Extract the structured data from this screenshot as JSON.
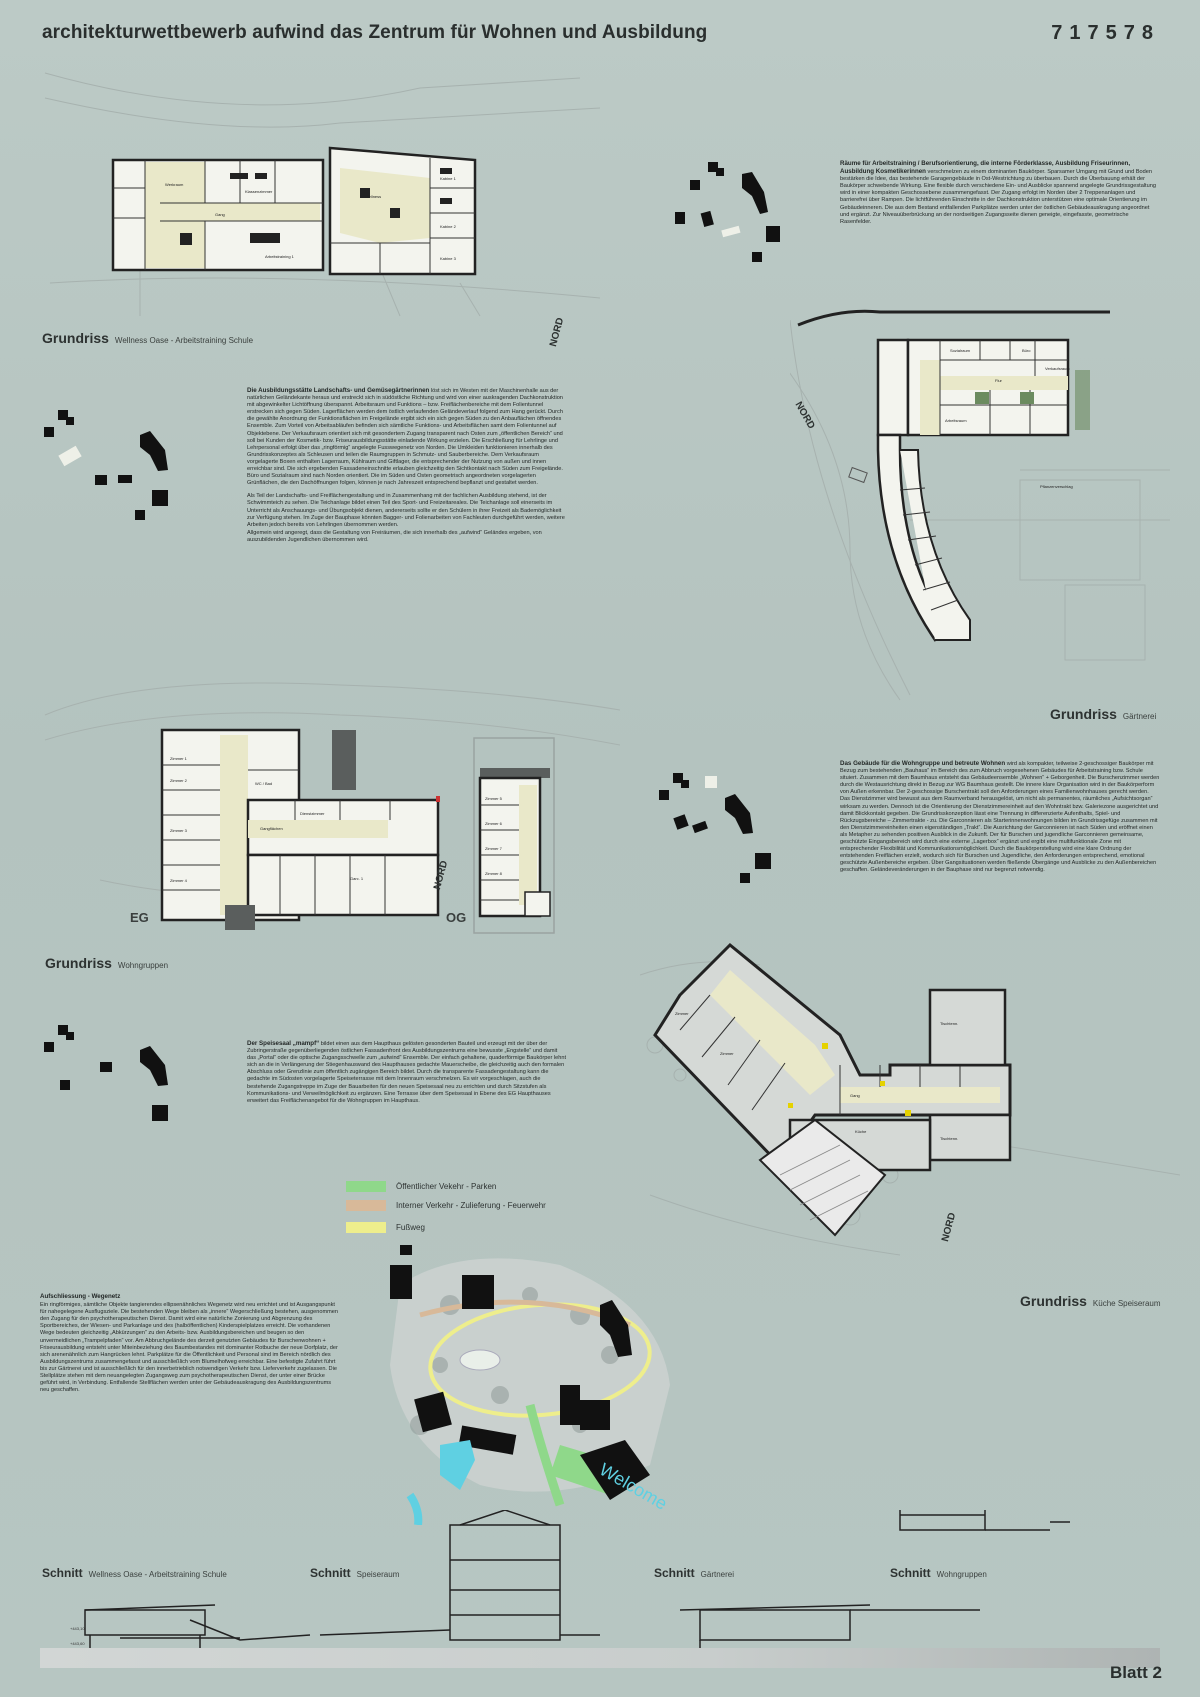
{
  "header": {
    "title": "architekturwettbewerb  aufwind das Zentrum für Wohnen und Ausbildung",
    "number": "717578"
  },
  "sections": {
    "grundriss_wellness": {
      "label": "Grundriss",
      "sub": "Wellness Oase  -  Arbeitstraining Schule"
    },
    "grundriss_gaertnerei": {
      "label": "Grundriss",
      "sub": "Gärtnerei"
    },
    "grundriss_wohngruppen": {
      "label": "Grundriss",
      "sub": "Wohngruppen"
    },
    "grundriss_kueche": {
      "label": "Grundriss",
      "sub": "Küche Speiseraum"
    }
  },
  "levels": {
    "eg": "EG",
    "og": "OG"
  },
  "north_label": "NORD",
  "texts": {
    "arbeitstraining": {
      "lead": "Räume für Arbeitstraining / Berufsorientierung, die interne Förderklasse, Ausbildung Friseurinnen, Ausbildung Kosmetikerinnen",
      "body": "verschmelzen zu einem dominanten Baukörper.  Sparsamer Umgang mit Grund und Boden bestärken die Idee, das bestehende Garagengebäude in Ost-Westrichtung zu überbauen. Durch die Überbauung erhält der Baukörper schwebende Wirkung. Eine flexible durch verschiedene Ein- und Ausblicke spannend angelegte Grundrissgestaltung wird in einer kompakten Geschossebene zusammengefasst. Der Zugang erfolgt im Norden über 2 Treppenanlagen und barrierefrei über Rampen. Die lichtführenden Einschnitte in der Dachkonstruktion unterstützen eine optimale Orientierung im Gebäudeinneren. Die aus dem Bestand entfallenden Parkplätze werden unter der östlichen Gebäudeauskragung angeordnet und ergänzt. Zur Niveauüberbrückung an der nordseitigen Zugangsseite dienen geneigte, eingefasste, geometrische Rasenfelder."
    },
    "ausbildungsstaette": {
      "lead": "Die Ausbildungsstätte  Landschafts- und Gemüsegärtnerinnen",
      "p1": "löst sich im Westen mit der Maschinenhalle aus der natürlichen Geländekante heraus und erstreckt sich in südöstliche Richtung und wird von einer auskragenden Dachkonstruktion  mit abgewinkelter Lichtöffnung überspannt.  Arbeitsraum und Funktions – bzw. Freiflächenbereiche mit dem Folientunnel erstrecken sich gegen Süden. Lagerflächen werden dem östlich verlaufenden Geländeverlauf folgend zum Hang gerückt. Durch die gewählte Anordnung der Funktionsflächen im Freigelände ergibt sich ein sich gegen Süden zu den Anbauflächen öffnendes Ensemble.  Zum Vorteil von Arbeitsabläufen befinden sich sämtliche Funktions- und Arbeitsflächen samt dem Folientunnel auf Objektebene. Der Verkaufsraum orientiert sich mit gesondertem Zugang transparent nach Osten zum „öffentlichen Bereich“ und soll bei Kunden der Kosmetik- bzw. Friseurausbildungsstätte einladende Wirkung erzielen. Die Erschließung für Lehrlinge und Lehrpersonal erfolgt über das „ringförmig“ angelegte Fusswegenetz von Norden. Die Umkleiden funktionieren innerhalb des Grundrisskonzeptes als Schleusen und teilen die Raumgruppen in Schmutz- und Sauberbereiche. Dem Verkaufsraum vorgelagerte Boxen enthalten Lagerraum, Kühlraum und Giftlager, die entsprechender der Nutzung von außen und innen erreichbar sind. Die sich ergebenden Fassadeneinschnitte erlauben gleichzeitig den Sichtkontakt nach Süden zum Freigelände. Büro und Sozialraum sind nach Norden orientiert. Die im Süden und Osten geometrisch angeordneten vorgelagerten Grünflächen, die den Dachöffnungen folgen, können je nach Jahreszeit entsprechend bepflanzt und gestaltet werden.",
      "p2": "Als Teil der Landschafts- und Freiflächengestaltung und in Zusammenhang mit der fachlichen Ausbildung stehend, ist der Schwimmteich zu sehen. Die Teichanlage bildet einen Teil des Sport- und Freizeitareales. Die Teichanlage soll einerseits im Unterricht als Anschauungs- und Übungsobjekt dienen, andererseits  sollte er den Schülern in ihrer Freizeit als Bademöglichkeit zur Verfügung stehen. Im Zuge der Bauphase könnten Bagger- und Folienarbeiten von Fachleuten durchgeführt werden, weitere Arbeiten jedoch bereits von Lehrlingen übernommen werden.",
      "p3": "Allgemein wird angeregt, dass die Gestaltung von Freiräumen, die sich innerhalb des „aufwind“ Geländes ergeben, von auszubildenden Jugendlichen übernommen wird."
    },
    "wohngruppe": {
      "lead": "Das Gebäude für die Wohngruppe und betreute Wohnen",
      "body": "wird als kompakter, teilweise 2-geschossiger Baukörper mit Bezug zum bestehenden „Bauhaus“ im Bereich des zum Abbruch vorgesehenen Gebäudes für Arbeitstraining bzw. Schule situiert. Zusammen mit dem Baumhaus entsteht das Gebäudeensemble „Wohnen“ + Geborgenheit. Die Burschenzimmer werden durch die Westausrichtung direkt in Bezug zur WG Baumhaus gestellt. Die innere klare Organisation wird in der Baukörperform von Außen erkennbar. Der 2-geschossige Burschentrakt soll den Anforderungen eines Familienwohnhauses gerecht werden. Das Dienstzimmer wird bewusst aus dem Raumverband herausgelöst, um nicht als permanentes, räumliches „Aufsichtsorgan“ wirksam zu werden. Dennoch ist die Orientierung der Dienstzimmereinheit auf den Wohntrakt bzw. Galeriezone ausgerichtet und damit Blickkontakt gegeben. Die Grundrisskonzeption lässt eine Trennung in differenzierte Aufenthalts, Spiel- und Rückzugsbereiche – Zimmertrakte - zu. Die Garconnieren als Starterinnenwohnungen bilden im Grundrissgefüge zusammen mit den Dienstzimmereinheiten einen eigenständigen „Trakt“. Die Ausrichtung der Garconnieren ist nach Süden und eröffnet einen als Metapher zu sehenden positiven Ausblick in die Zukunft. Der für Burschen und  jugendliche Garconnieren gemeinsame, geschützte Eingangsbereich wird durch eine externe „Lagerbox“ ergänzt und ergibt eine multifunktionale Zone mit entsprechender Flexibilität und Kommunikationsmöglichkeit. Durch die Baukörperstellung wird eine klare Ordnung der entstehenden Freiflächen erzielt, wodurch sich für Burschen und Jugendliche, den Anforderungen entsprechend, emotional geschützte Außenbereiche ergeben. Über Gangsituationen werden fließende Übergänge und Ausblicke zu den Außenbereichen geschaffen. Geländeveränderungen in der Bauphase sind nur begrenzt notwendig."
    },
    "speisesaal": {
      "lead": "Der Speisesaal „mampf“",
      "body": "bildet einen aus dem Haupthaus gelösten gesonderten Bauteil und erzeugt mit der über der Zubringerstraße gegenüberliegenden östlichen Fassadenfront des Ausbildungszentrums eine  bewusste „Engstelle“ und damit das „Portal“ oder die optische Zugangsschwelle zum „aufwind“ Ensemble.  Der einfach gehaltene, quaderförmige Baukörper lehnt sich an die in Verlängerung der Stiegenhauswand des Haupthauses gedachte Mauerscheibe, die gleichzeitig auch den formalen Abschluss oder Grenzlinie zum öffentlich zugängigen Bereich bildet. Durch die transparente Fassadengestaltung kann die gedachte im Südosten vorgelagerte Speiseterrasse mit dem Innenraum verschmelzen. Es wir vorgeschlagen, auch die bestehende Zugangstreppe im Zuge der Bauarbeiten für den neuen Speisesaal neu zu errichten und durch Sitzstufen als Kommunikations- und Verweilmöglichkeit zu ergänzen. Eine Terrasse über dem Speisesaal in Ebene des EG Haupthauses erweitert das Freiflächenangebot für die Wohngruppen im Haupthaus."
    },
    "aufschliessung": {
      "lead": "Aufschliessung  - Wegenetz",
      "body": "Ein ringförmiges, sämtliche Objekte tangierendes ellipsenähnliches Wegenetz wird neu errichtet und ist Ausgangspunkt für nahegelegene Ausflugsziele. Die bestehenden Wege bleiben als „innere“ Wegerschließung  bestehen, ausgenommen den Zugang für den psychotherapeutischen Dienst. Damit wird eine natürliche Zonierung und Abgrenzung des Sportbereiches, der Wiesen- und Parkanlage und des (halböffentlichen) Kinderspielplatzes  erreicht. Die vorhandenen Wege bedeuten gleichzeitig „Abkürzungen“ zu den Arbeits- bzw. Ausbildungsbereichen und beugen so den unvermeidlichen „Trampelpfaden“ vor. Am Abbruchgelände des derzeit genutzten Gebäudes für Burschenwohnen + Friseurausbildung entsteht unter Miteinbeziehung des Baumbestandes mit dominanter Rotbuche der neue Dorfplatz, der sich arenenähnlich zum Hangrücken lehnt. Parkplätze für die Öffentlichkeit und Personal sind im Bereich nördlich des Ausbildungszentrums zusammengefasst und ausschließlich vom Blumelhofweg erreichbar. Eine befestigte Zufahrt führt bis zur Gärtnerei und ist ausschließlich für den innerbetrieblich notwendigen  Verkehr bzw. Lieferverkehr zugelassen. Die Stellplätze stehen mit dem neuangelegten Zugangsweg zum psychotherapeutischen Dienst, der unter einer Brücke geführt wird, in Verbindung.  Entfallende Stellflächen werden unter der Gebäudeauskragung des Ausbildungszentrums neu geschaffen."
    }
  },
  "legend": [
    {
      "label": "Öffentlicher Vekehr - Parken",
      "color": "#8fd88a"
    },
    {
      "label": "Interner Verkehr - Zulieferung - Feuerwehr",
      "color": "#d8b999"
    },
    {
      "label": "Fußweg",
      "color": "#eeee8c"
    }
  ],
  "site_plan": {
    "welcome_label": "Welcome"
  },
  "schnitte": [
    {
      "label": "Schnitt",
      "sub": "Wellness Oase  -  Arbeitstraining Schule"
    },
    {
      "label": "Schnitt",
      "sub": "Speiseraum"
    },
    {
      "label": "Schnitt",
      "sub": "Gärtnerei"
    },
    {
      "label": "Schnitt",
      "sub": "Wohngruppen"
    }
  ],
  "footer": {
    "blatt": "Blatt 2"
  }
}
